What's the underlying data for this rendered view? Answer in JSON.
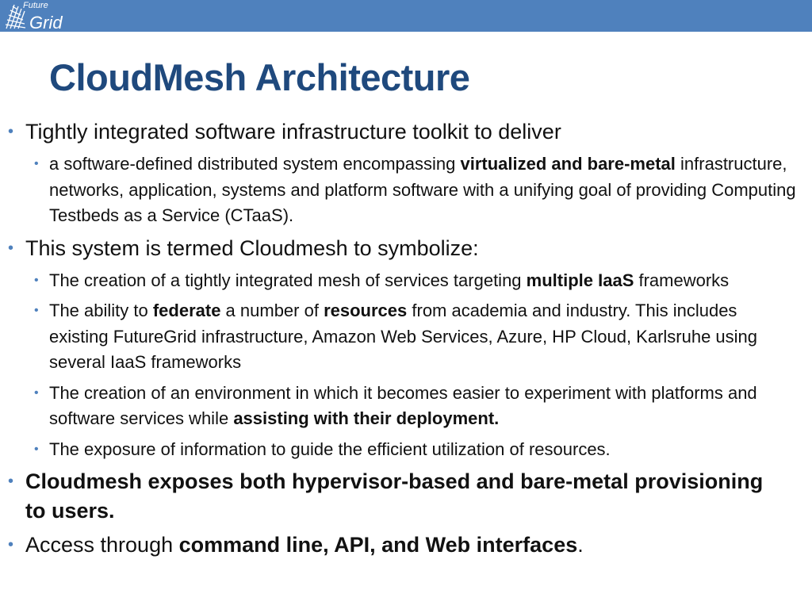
{
  "header": {
    "logo_line1": "Future",
    "logo_line2": "Grid",
    "bar_color": "#4f81bd"
  },
  "title": "CloudMesh Architecture",
  "bullets": [
    {
      "text": "Tightly integrated software infrastructure toolkit to deliver",
      "children": [
        {
          "part1": "a software-defined distributed system encompassing ",
          "bold1": "virtualized and bare-metal",
          "part2": " infrastructure, networks, application, systems and platform software with a unifying goal of providing Computing Testbeds as a Service (CTaaS)."
        }
      ]
    },
    {
      "text": "This system is termed Cloudmesh to symbolize:",
      "children": [
        {
          "part1": "The creation of a tightly integrated mesh of services targeting ",
          "bold1": "multiple IaaS",
          "part2": " frameworks"
        },
        {
          "part1": "The ability to ",
          "bold1": "federate",
          "part2": " a number of ",
          "bold2": "resources",
          "part3": " from academia and industry. This includes existing FutureGrid infrastructure, Amazon Web Services, Azure, HP Cloud, Karlsruhe using several IaaS frameworks"
        },
        {
          "part1": "The creation of an environment in which it becomes easier to experiment with platforms and software services while ",
          "bold1": "assisting with their deployment."
        },
        {
          "part1": "The exposure of information to guide the efficient utilization of resources."
        }
      ]
    },
    {
      "bold": "Cloudmesh exposes both hypervisor-based and bare-metal provisioning to users."
    },
    {
      "part1": "Access through ",
      "bold1": "command line, API, and Web interfaces",
      "part2": "."
    }
  ]
}
